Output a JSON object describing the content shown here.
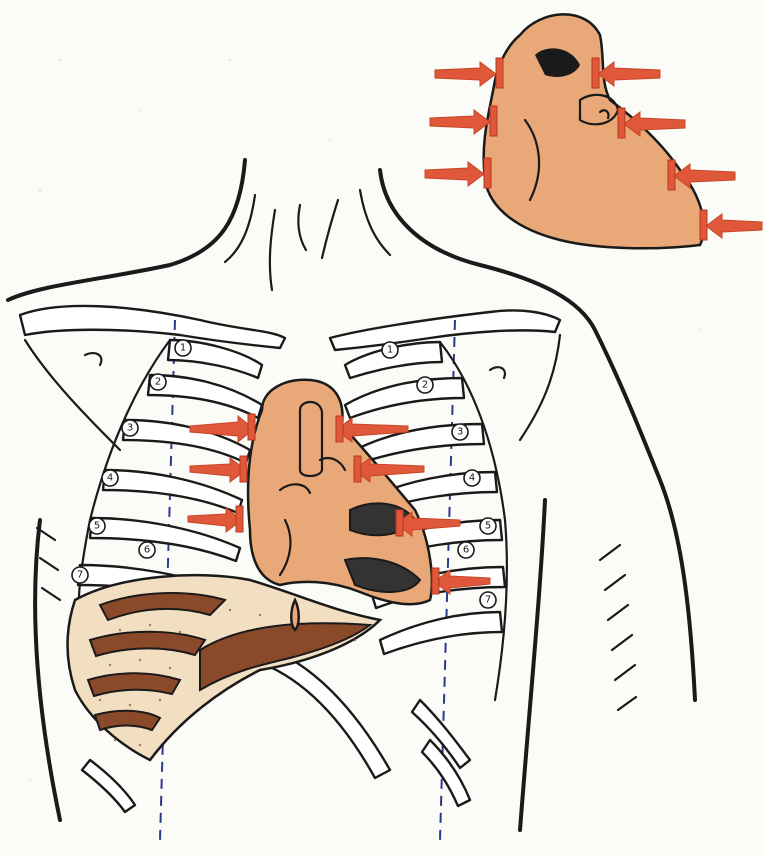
{
  "figure": {
    "colors": {
      "heart": "#e8a878",
      "arrow": "#e0583a",
      "lung_shadow": "#8a4a2a",
      "liver_speckle": "#f2dfc2",
      "midclavicular_line": "#2b3a8a",
      "outline": "#1a1a1a"
    },
    "rib_labels_right": [
      "1",
      "2",
      "3",
      "4",
      "5",
      "6",
      "7"
    ],
    "rib_labels_left": [
      "1",
      "2",
      "3",
      "4",
      "5",
      "6",
      "7"
    ]
  }
}
